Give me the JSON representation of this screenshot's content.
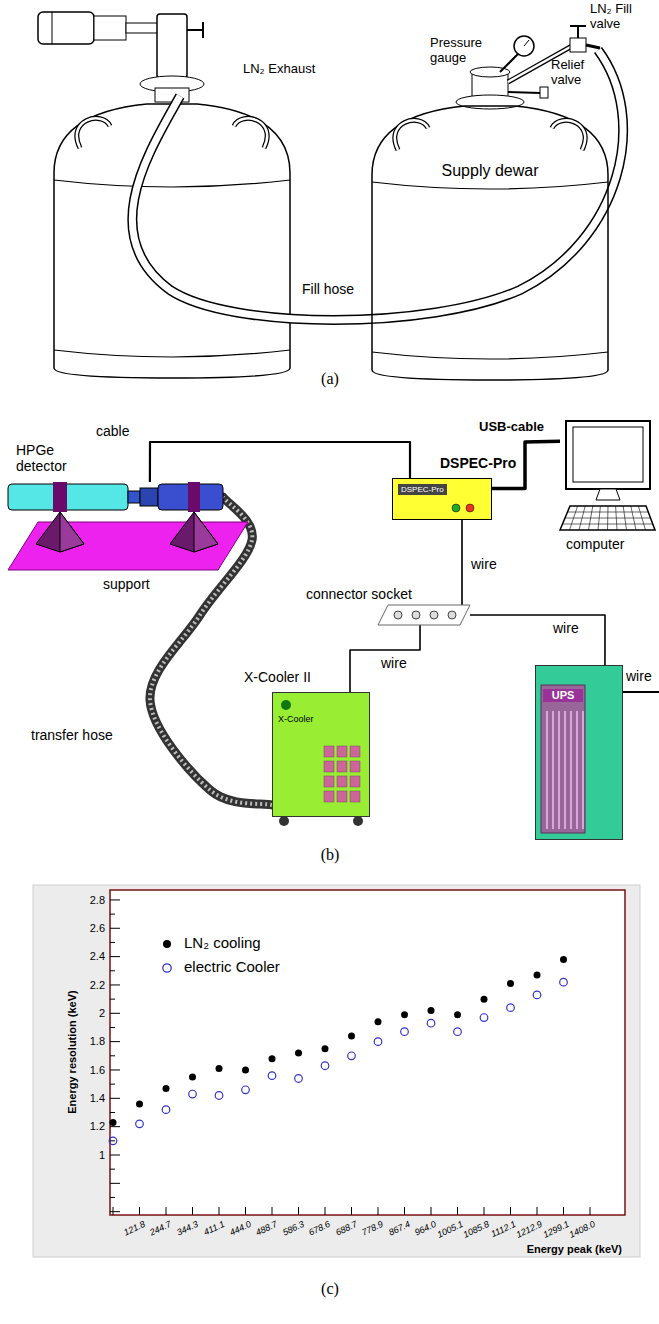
{
  "diagram": {
    "nodes": [
      {
        "text": [
          "Supply dewar"
        ]
      },
      {
        "text": [
          "HPGe detector"
        ]
      },
      {
        "text": [
          "support"
        ]
      },
      {
        "text": [
          "DSPEC-Pro",
          "DSPEC-Pro"
        ]
      },
      {
        "text": [
          "computer"
        ]
      },
      {
        "text": [
          "connector socket"
        ]
      },
      {
        "text": [
          "X-Cooler II",
          "X-Cooler"
        ]
      },
      {
        "text": [
          "UPS"
        ]
      }
    ],
    "edges": [
      {
        "from": 1,
        "to": 3,
        "label": "cable",
        "arrow": "none"
      },
      {
        "from": 3,
        "to": 4,
        "label": "USB-cable",
        "arrow": "none"
      },
      {
        "from": 3,
        "to": 5,
        "label": "wire",
        "arrow": "none"
      },
      {
        "from": 5,
        "to": 7,
        "label": "wire",
        "arrow": "none"
      },
      {
        "from": 5,
        "to": 6,
        "label": "wire",
        "arrow": "none"
      },
      {
        "from": 6,
        "to": 1,
        "label": "transfer hose",
        "arrow": "none"
      }
    ],
    "labels": [
      "LN₂ Exhaust",
      "Pressure gauge",
      "LN₂ Fill valve",
      "Relief valve",
      "Fill hose",
      "(a)",
      "wire",
      "(b)",
      "1",
      "1.2",
      "1.4",
      "1.6",
      "1.8",
      "2",
      "2.2",
      "2.4",
      "2.6",
      "2.8",
      "Energy resolution (keV)",
      "121.8",
      "244.7",
      "344.3",
      "411.1",
      "444.0",
      "488.7",
      "586.3",
      "678.6",
      "688.7",
      "778.9",
      "867.4",
      "964.0",
      "1005.1",
      "1085.8",
      "1112.1",
      "1212.9",
      "1299.1",
      "1408.0",
      "Energy peak (keV)",
      "(c)"
    ],
    "legend": [
      {
        "text": "LN₂ cooling"
      },
      {
        "text": "electric Cooler"
      }
    ]
  }
}
